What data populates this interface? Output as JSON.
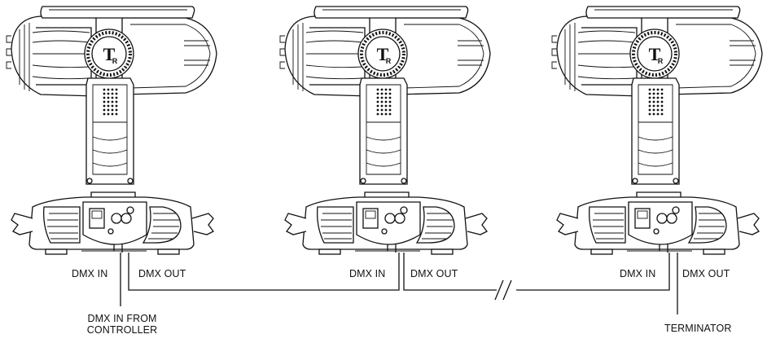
{
  "fixtures": [
    {
      "logo": "TR",
      "in_label": "DMX IN",
      "out_label": "DMX OUT"
    },
    {
      "logo": "TR",
      "in_label": "DMX IN",
      "out_label": "DMX OUT"
    },
    {
      "logo": "TR",
      "in_label": "DMX IN",
      "out_label": "DMX OUT"
    }
  ],
  "source_label_line1": "DMX IN FROM",
  "source_label_line2": "CONTROLLER",
  "terminator_label": "TERMINATOR",
  "cable_break_symbol": "//"
}
